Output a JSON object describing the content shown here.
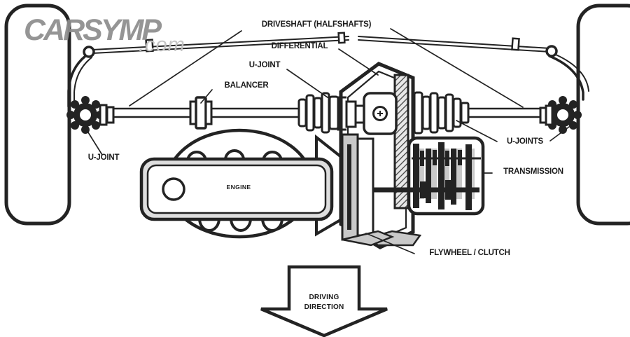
{
  "watermark": {
    "brand": "CARSYMP",
    "suffix": ".com"
  },
  "labels": {
    "driveshaft": "DRIVESHAFT (HALFSHAFTS)",
    "differential": "DIFFERENTIAL",
    "u_joint_upper": "U-JOINT",
    "balancer": "BALANCER",
    "u_joint_left": "U-JOINT",
    "u_joints_right": "U-JOINTS",
    "transmission": "TRANSMISSION",
    "flywheel_clutch": "FLYWHEEL / CLUTCH",
    "engine": "ENGINE",
    "driving_direction": {
      "line1": "DRIVING",
      "line2": "DIRECTION"
    }
  },
  "colors": {
    "line": "#232323",
    "shade": "#c9c9c9",
    "light_shade": "#dedede",
    "background": "#ffffff",
    "watermark": "#8d8d8d",
    "watermark_light": "#c4c4c4",
    "label": "#1c1c1c"
  }
}
